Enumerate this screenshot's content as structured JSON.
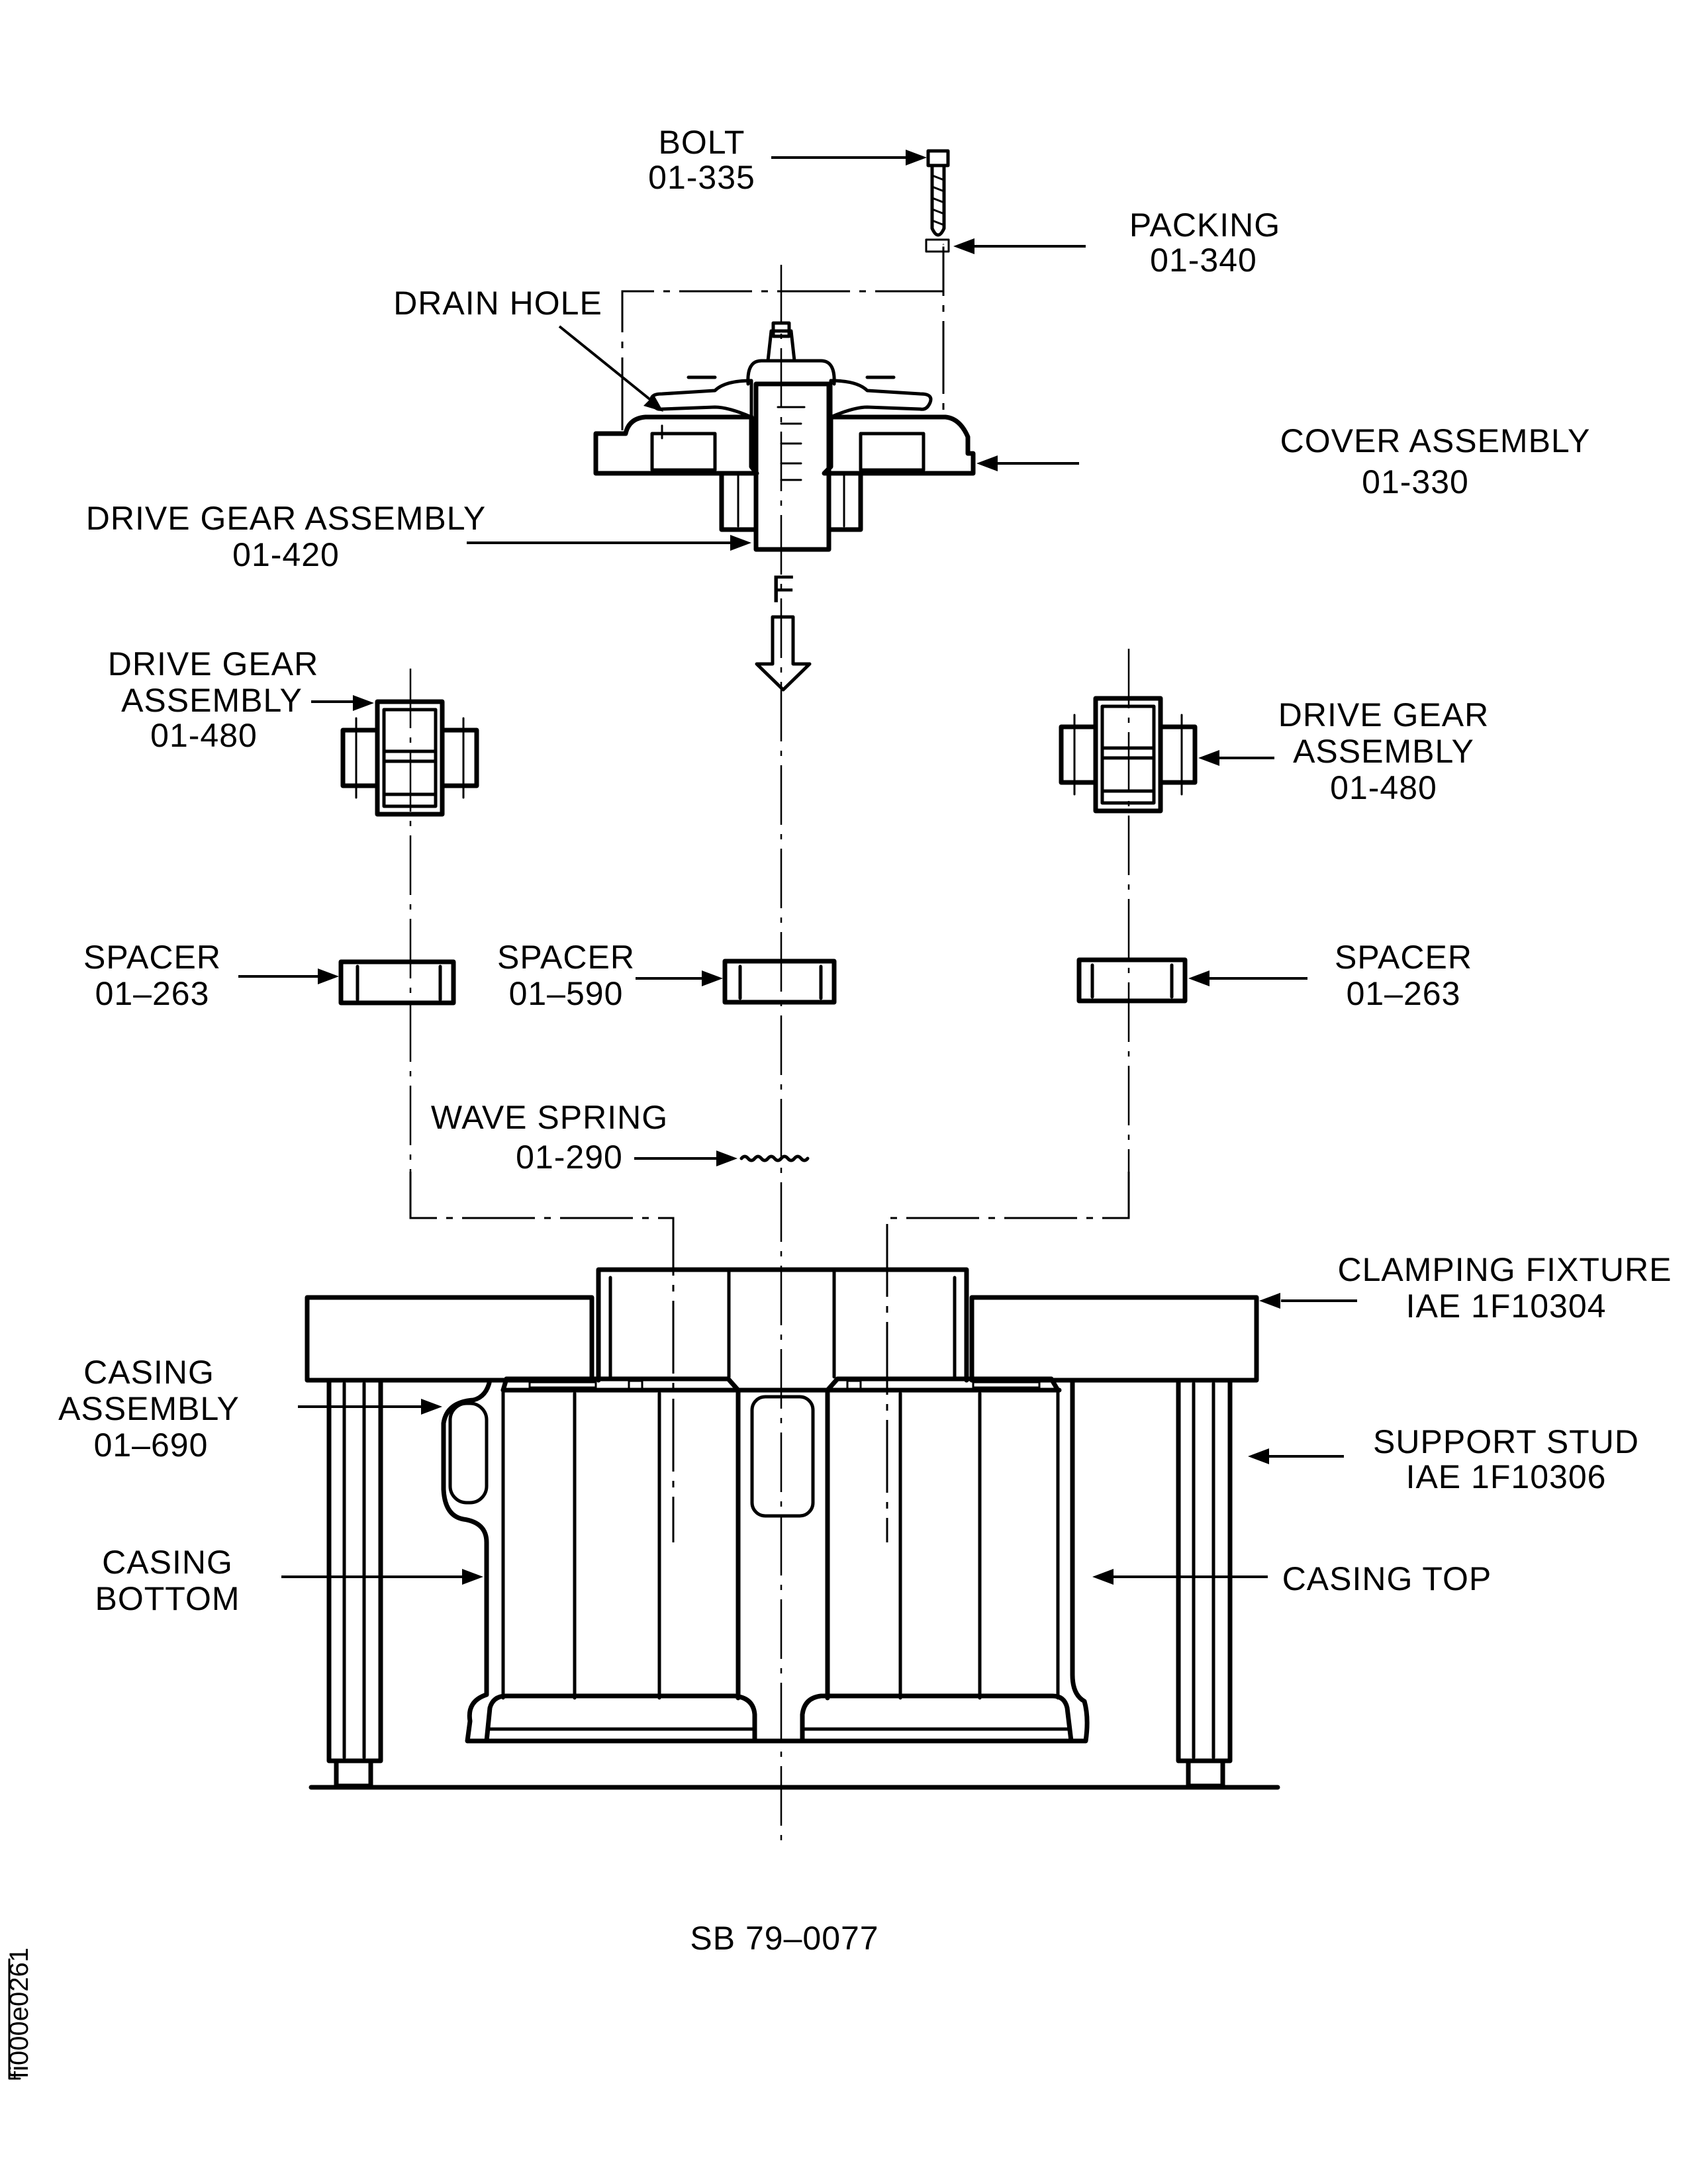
{
  "figure": {
    "reference": "SB 79–0077",
    "figure_id": "fi000e0261",
    "view_marker": "F",
    "view_arrow_icon": "hollow-down-arrow"
  },
  "callouts": {
    "bolt": {
      "name": "BOLT",
      "part": "01-335"
    },
    "packing": {
      "name": "PACKING",
      "part": "01-340"
    },
    "drain_hole": {
      "name": "DRAIN HOLE"
    },
    "cover_assembly": {
      "name": "COVER ASSEMBLY",
      "part": "01-330"
    },
    "drive_gear_center": {
      "name": "DRIVE GEAR ASSEMBLY",
      "part": "01-420"
    },
    "drive_gear_left": {
      "name_line1": "DRIVE GEAR",
      "name_line2": "ASSEMBLY",
      "part": "01-480"
    },
    "drive_gear_right": {
      "name_line1": "DRIVE GEAR",
      "name_line2": "ASSEMBLY",
      "part": "01-480"
    },
    "spacer_left": {
      "name": "SPACER",
      "part": "01–263"
    },
    "spacer_center": {
      "name": "SPACER",
      "part": "01–590"
    },
    "spacer_right": {
      "name": "SPACER",
      "part": "01–263"
    },
    "wave_spring": {
      "name": "WAVE SPRING",
      "part": "01-290"
    },
    "clamping_fixture": {
      "name": "CLAMPING FIXTURE",
      "part": "IAE 1F10304"
    },
    "support_stud": {
      "name": "SUPPORT STUD",
      "part": "IAE 1F10306"
    },
    "casing_assembly": {
      "name_line1": "CASING",
      "name_line2": "ASSEMBLY",
      "part": "01–690"
    },
    "casing_bottom": {
      "name_line1": "CASING",
      "name_line2": "BOTTOM"
    },
    "casing_top": {
      "name": "CASING TOP"
    }
  }
}
